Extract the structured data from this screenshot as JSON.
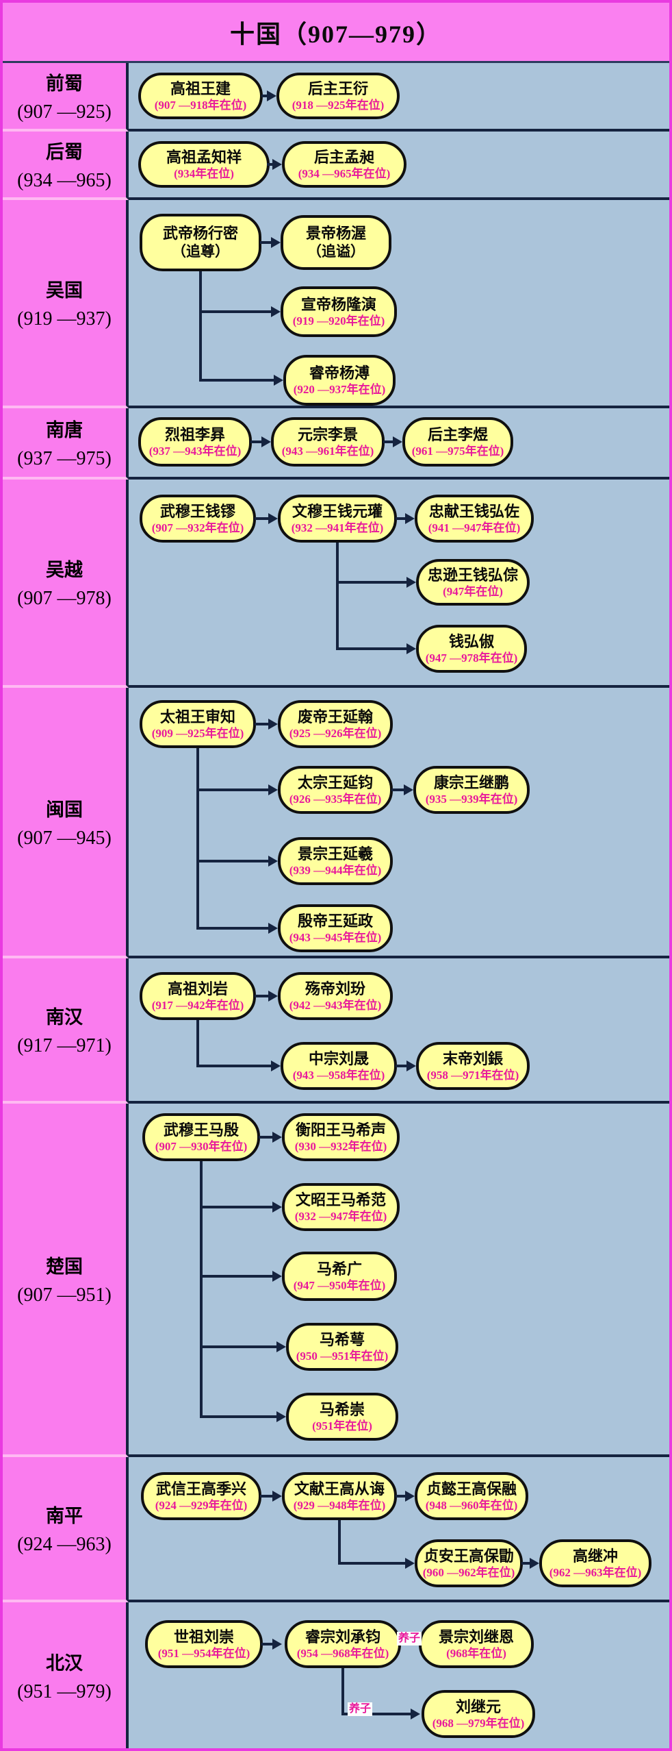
{
  "title": "十国（907—979）",
  "colors": {
    "title_bg": "#fa80f0",
    "label_bg": "#fa7cee",
    "content_bg": "#abc4da",
    "node_fill": "#ffff9e",
    "node_border": "#101010",
    "reign_text": "#e8189b",
    "grid_line": "#15233f",
    "frame_border": "#e93ae0"
  },
  "kingdoms": [
    {
      "name": "前蜀",
      "years": "(907 —925)",
      "rulers": [
        {
          "name": "高祖王建",
          "reign": "(907 —918年在位)"
        },
        {
          "name": "后主王衍",
          "reign": "(918 —925年在位)"
        }
      ]
    },
    {
      "name": "后蜀",
      "years": "(934 —965)",
      "rulers": [
        {
          "name": "高祖孟知祥",
          "reign": "(934年在位)"
        },
        {
          "name": "后主孟昶",
          "reign": "(934 —965年在位)"
        }
      ]
    },
    {
      "name": "吴国",
      "years": "(919 —937)",
      "rulers": [
        {
          "name": "武帝杨行密",
          "note": "（追尊）"
        },
        {
          "name": "景帝杨渥",
          "note": "（追谥）"
        },
        {
          "name": "宣帝杨隆演",
          "reign": "(919 —920年在位)"
        },
        {
          "name": "睿帝杨溥",
          "reign": "(920 —937年在位)"
        }
      ]
    },
    {
      "name": "南唐",
      "years": "(937 —975)",
      "rulers": [
        {
          "name": "烈祖李昪",
          "reign": "(937 —943年在位)"
        },
        {
          "name": "元宗李景",
          "reign": "(943 —961年在位)"
        },
        {
          "name": "后主李煜",
          "reign": "(961 —975年在位)"
        }
      ]
    },
    {
      "name": "吴越",
      "years": "(907 —978)",
      "rulers": [
        {
          "name": "武穆王钱镠",
          "reign": "(907 —932年在位)"
        },
        {
          "name": "文穆王钱元瓘",
          "reign": "(932 —941年在位)"
        },
        {
          "name": "忠献王钱弘佐",
          "reign": "(941 —947年在位)"
        },
        {
          "name": "忠逊王钱弘倧",
          "reign": "(947年在位)"
        },
        {
          "name": "钱弘俶",
          "reign": "(947 —978年在位)"
        }
      ]
    },
    {
      "name": "闽国",
      "years": "(907 —945)",
      "rulers": [
        {
          "name": "太祖王审知",
          "reign": "(909 —925年在位)"
        },
        {
          "name": "废帝王延翰",
          "reign": "(925 —926年在位)"
        },
        {
          "name": "太宗王延钧",
          "reign": "(926 —935年在位)"
        },
        {
          "name": "康宗王继鹏",
          "reign": "(935 —939年在位)"
        },
        {
          "name": "景宗王延羲",
          "reign": "(939 —944年在位)"
        },
        {
          "name": "殷帝王延政",
          "reign": "(943 —945年在位)"
        }
      ]
    },
    {
      "name": "南汉",
      "years": "(917 —971)",
      "rulers": [
        {
          "name": "高祖刘岩",
          "reign": "(917 —942年在位)"
        },
        {
          "name": "殇帝刘玢",
          "reign": "(942 —943年在位)"
        },
        {
          "name": "中宗刘晟",
          "reign": "(943 —958年在位)"
        },
        {
          "name": "末帝刘鋹",
          "reign": "(958 —971年在位)"
        }
      ]
    },
    {
      "name": "楚国",
      "years": "(907 —951)",
      "rulers": [
        {
          "name": "武穆王马殷",
          "reign": "(907 —930年在位)"
        },
        {
          "name": "衡阳王马希声",
          "reign": "(930 —932年在位)"
        },
        {
          "name": "文昭王马希范",
          "reign": "(932 —947年在位)"
        },
        {
          "name": "马希广",
          "reign": "(947 —950年在位)"
        },
        {
          "name": "马希萼",
          "reign": "(950 —951年在位)"
        },
        {
          "name": "马希崇",
          "reign": "(951年在位)"
        }
      ]
    },
    {
      "name": "南平",
      "years": "(924 —963)",
      "rulers": [
        {
          "name": "武信王高季兴",
          "reign": "(924 —929年在位)"
        },
        {
          "name": "文献王高从诲",
          "reign": "(929 —948年在位)"
        },
        {
          "name": "贞懿王高保融",
          "reign": "(948 —960年在位)"
        },
        {
          "name": "贞安王高保勖",
          "reign": "(960 —962年在位)"
        },
        {
          "name": "高继冲",
          "reign": "(962 —963年在位)"
        }
      ]
    },
    {
      "name": "北汉",
      "years": "(951 —979)",
      "relation_labels": [
        "养子",
        "养子"
      ],
      "rulers": [
        {
          "name": "世祖刘崇",
          "reign": "(951 —954年在位)"
        },
        {
          "name": "睿宗刘承钧",
          "reign": "(954 —968年在位)"
        },
        {
          "name": "景宗刘继恩",
          "reign": "(968年在位)"
        },
        {
          "name": "刘继元",
          "reign": "(968 —979年在位)"
        }
      ]
    }
  ]
}
